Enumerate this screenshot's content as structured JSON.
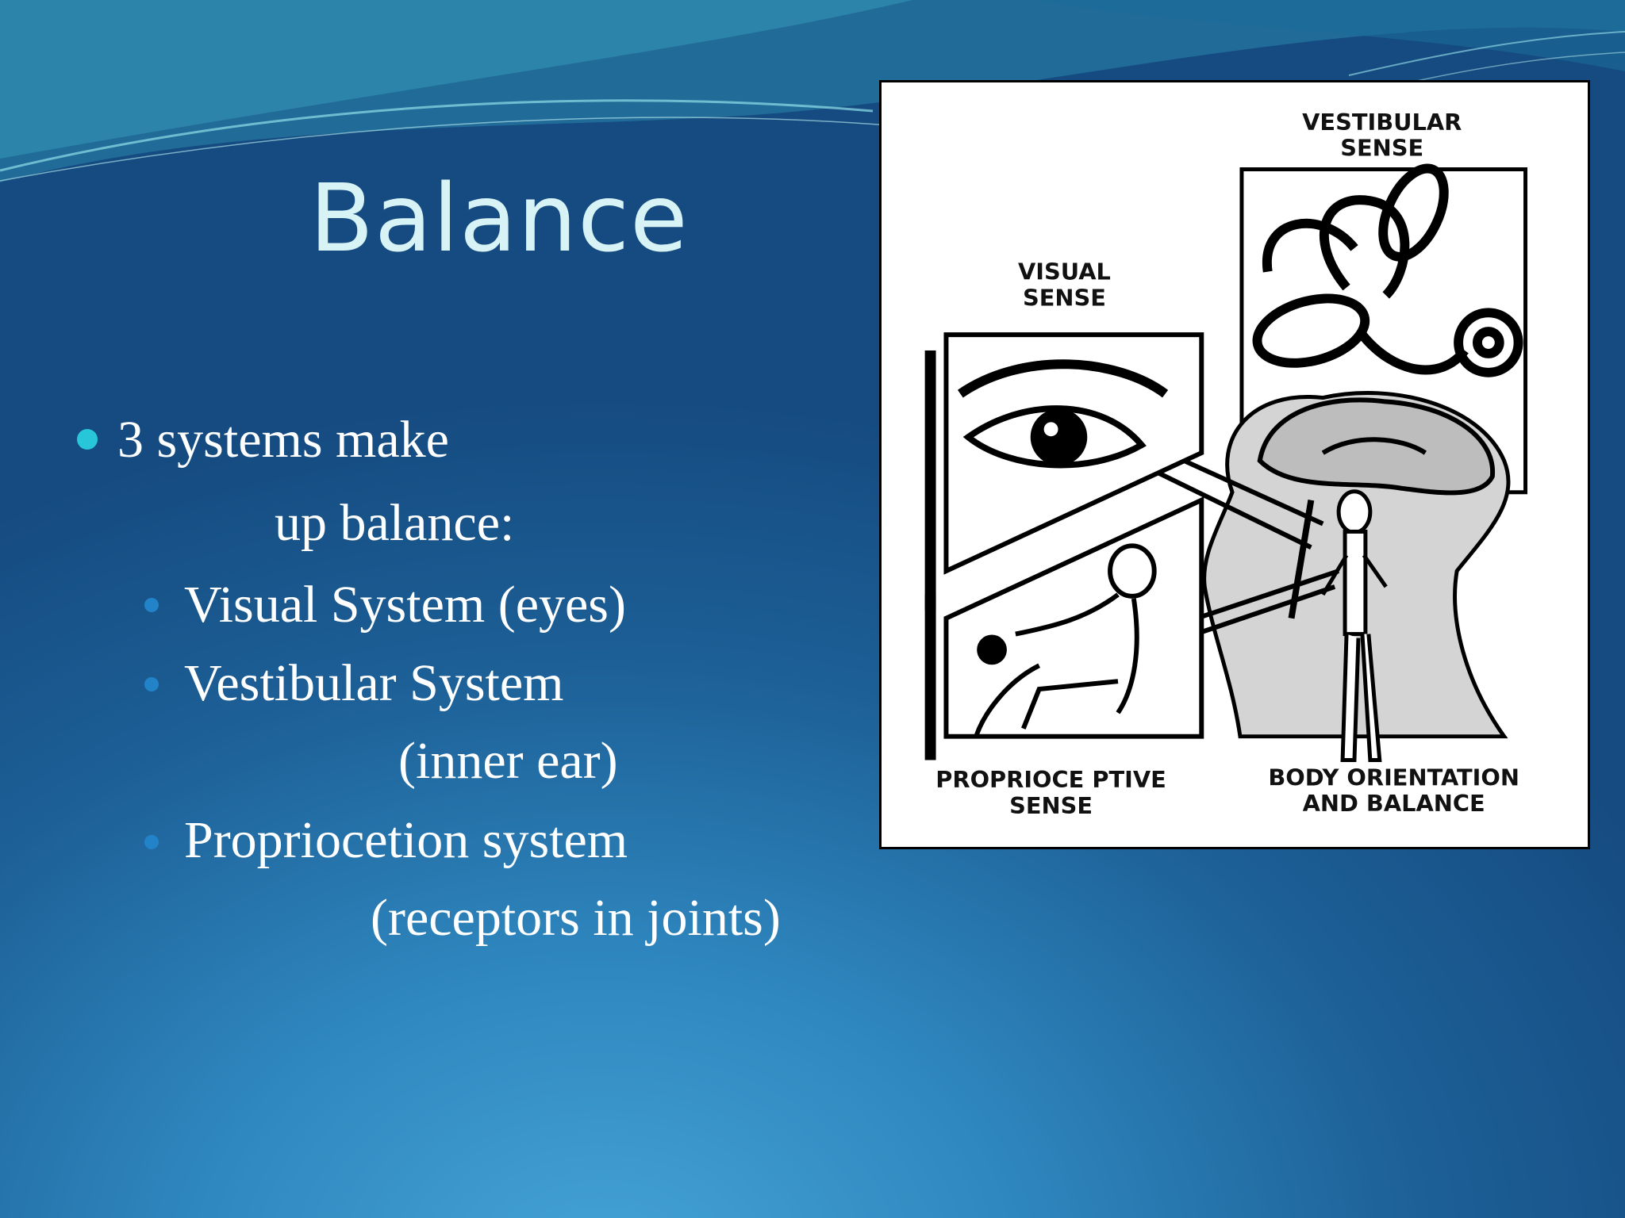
{
  "slide": {
    "title": "Balance",
    "bullets": [
      {
        "text": "3 systems make",
        "level": 1
      },
      {
        "text": "up balance:",
        "level": 0
      },
      {
        "text": "Visual System (eyes)",
        "level": 2
      },
      {
        "text": "Vestibular System",
        "level": 2
      },
      {
        "text": "(inner ear)",
        "level": 0
      },
      {
        "text": "Propriocetion system",
        "level": 2
      },
      {
        "text": "(receptors in joints)",
        "level": 0
      }
    ],
    "colors": {
      "background": "#1c5f96",
      "title": "#d8f3f6",
      "bullet_level1": "#27c6d8",
      "bullet_level2": "#2383c8"
    }
  },
  "figure": {
    "labels": {
      "vestibular_1": "VESTIBULAR",
      "vestibular_2": "SENSE",
      "visual_1": "VISUAL",
      "visual_2": "SENSE",
      "proprio_1": "PROPRIOCE PTIVE",
      "proprio_2": "SENSE",
      "body_1": "BODY ORIENTATION",
      "body_2": "AND BALANCE"
    }
  }
}
